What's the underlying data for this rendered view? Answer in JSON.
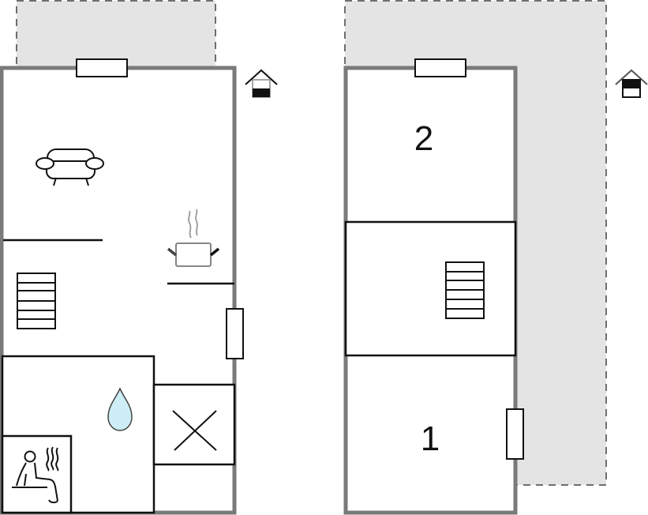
{
  "floorplan": {
    "type": "two-floor house plan",
    "colors": {
      "outer_wall": "#7a7a7a",
      "inner_wall": "#111111",
      "terrace_fill": "#e4e4e4",
      "terrace_border": "#6e6e6e",
      "water_drop": "#cdeef6"
    },
    "ground_floor": {
      "terrace": "dashed outdoor area (top)",
      "rooms": [
        {
          "name": "living-room",
          "icon": "sofa-icon"
        },
        {
          "name": "kitchen",
          "icon": "cooking-pot-icon"
        },
        {
          "name": "stairs",
          "icon": "stairs-icon"
        },
        {
          "name": "bathroom",
          "icon": "water-drop-icon"
        },
        {
          "name": "sauna",
          "icon": "sauna-icon"
        },
        {
          "name": "toilet-or-storage",
          "icon": "cross-icon"
        }
      ],
      "floor_indicator": "lower-floor-house-icon"
    },
    "upper_floor": {
      "terrace": "dashed outdoor area (L-shape around right)",
      "rooms": [
        {
          "name": "bedroom-2",
          "label": "2"
        },
        {
          "name": "stair-landing",
          "icon": "stairs-icon"
        },
        {
          "name": "bedroom-1",
          "label": "1"
        }
      ],
      "floor_indicator": "upper-floor-house-icon"
    }
  }
}
